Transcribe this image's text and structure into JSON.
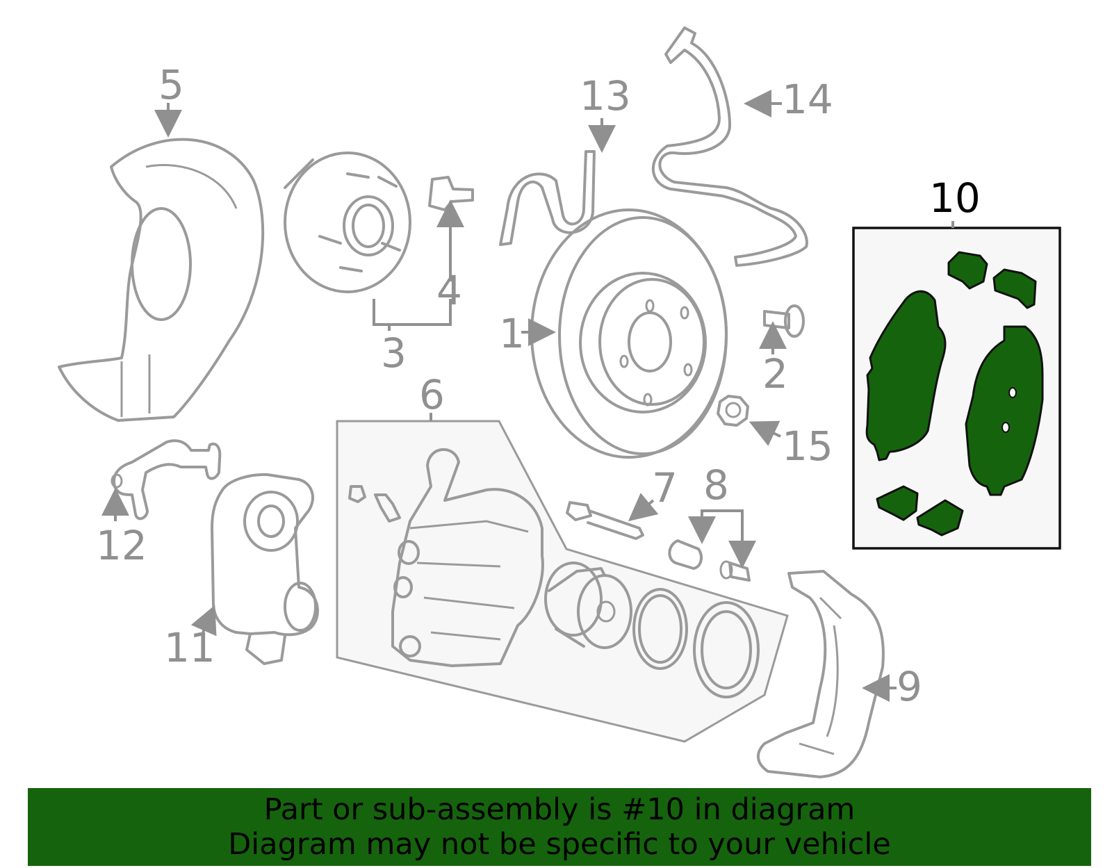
{
  "callouts": {
    "c1": "1",
    "c2": "2",
    "c3": "3",
    "c4": "4",
    "c5": "5",
    "c6": "6",
    "c7": "7",
    "c8": "8",
    "c9": "9",
    "c10": "10",
    "c11": "11",
    "c12": "12",
    "c13": "13",
    "c14": "14",
    "c15": "15"
  },
  "highlighted_part": "10",
  "colors": {
    "highlight": "#15640d",
    "outline": "#9a9a9a",
    "label": "#909090"
  },
  "banner": {
    "line1": "Part or sub-assembly is #10 in diagram",
    "line2": "Diagram may not be specific to your vehicle"
  }
}
